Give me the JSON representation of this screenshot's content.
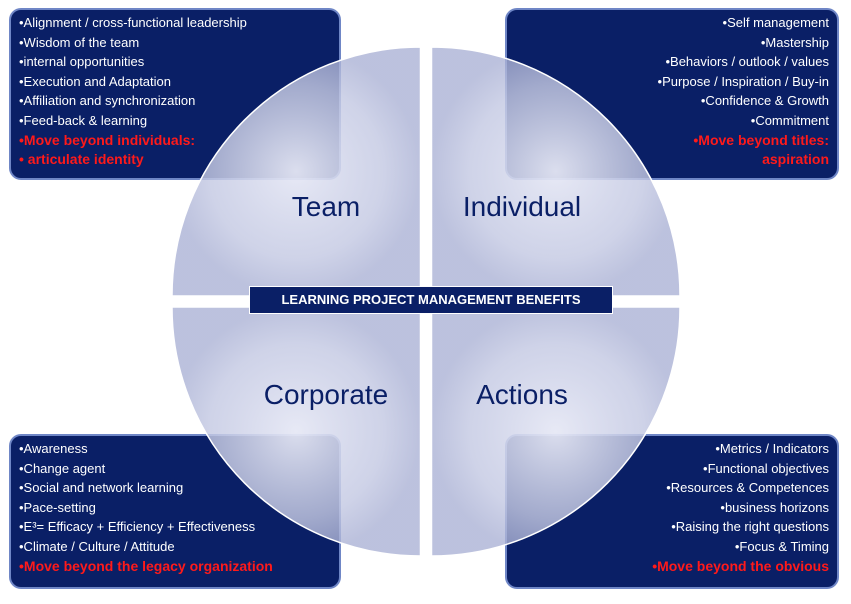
{
  "title": "LEARNING PROJECT MANAGEMENT BENEFITS",
  "colors": {
    "box_fill": "#0a1f66",
    "box_border": "#6f86c6",
    "highlight": "#ff1a1a",
    "circle": "#c9cde6",
    "label": "#0a1f66"
  },
  "quadrants": {
    "team": {
      "label": "Team",
      "items": [
        "•Alignment / cross-functional leadership",
        "•Wisdom of the team",
        "•internal opportunities",
        "•Execution and Adaptation",
        "•Affiliation and synchronization",
        "•Feed-back & learning"
      ],
      "highlights": [
        "•Move beyond individuals:",
        "• articulate identity"
      ]
    },
    "individual": {
      "label": "Individual",
      "items": [
        "•Self management",
        "•Mastership",
        "•Behaviors / outlook / values",
        "•Purpose / Inspiration / Buy-in",
        "•Confidence & Growth",
        "•Commitment"
      ],
      "highlights": [
        "•Move beyond titles:",
        "aspiration"
      ]
    },
    "corporate": {
      "label": "Corporate",
      "items": [
        "•Awareness",
        "•Change agent",
        "•Social and network learning",
        "•Pace-setting",
        "•E³= Efficacy + Efficiency + Effectiveness",
        "•Climate / Culture / Attitude"
      ],
      "highlights": [
        "•Move beyond the legacy organization"
      ]
    },
    "actions": {
      "label": "Actions",
      "items": [
        "•Metrics / Indicators",
        "•Functional objectives",
        "•Resources & Competences",
        "•business horizons",
        "•Raising the right questions",
        "•Focus & Timing"
      ],
      "highlights": [
        "•Move beyond the obvious"
      ]
    }
  }
}
